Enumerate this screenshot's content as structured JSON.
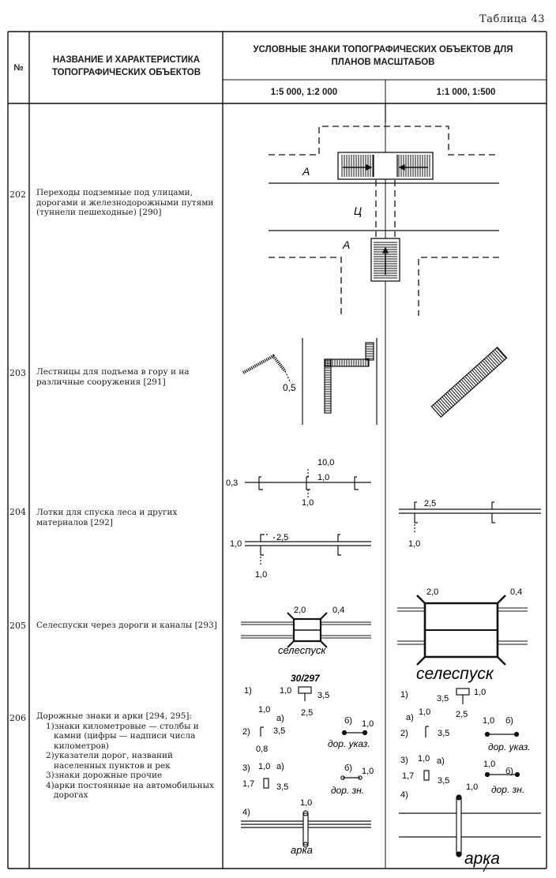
{
  "table_label": "Таблица 43",
  "header": {
    "num_col": "№",
    "name_col": "НАЗВАНИЕ И ХАРАКТЕРИСТИКА ТОПОГРАФИЧЕСКИХ ОБЪЕКТОВ",
    "symbols_col": "УСЛОВНЫЕ ЗНАКИ ТОПОГРАФИЧЕСКИХ ОБЪЕКТОВ ДЛЯ ПЛАНОВ МАСШТАБОВ",
    "scale_a": "1:5 000, 1:2 000",
    "scale_b": "1:1 000, 1:500"
  },
  "rows": [
    {
      "num": "202",
      "desc": "Переходы подземные под улицами, дорогами и железнодорожными путями (туннели пешеходные) [290]",
      "labels": {
        "a1": "А",
        "c": "Ц",
        "a2": "А"
      }
    },
    {
      "num": "203",
      "desc": "Лестницы для подъема в гору и на различные сооружения [291]",
      "labels": {
        "w": "0,5"
      }
    },
    {
      "num": "204",
      "desc": "Лотки для спуска леса и других материалов [292]",
      "labels": {
        "d1": "0,3",
        "d2": "10,0",
        "d3": "1,0",
        "d4": "1,0",
        "d5": "1,0",
        "d6": "2,5",
        "d7": "1,0",
        "d8": "2,5",
        "d9": "1,0"
      }
    },
    {
      "num": "205",
      "desc": "Селеспуски через дороги и каналы [293]",
      "labels": {
        "d1": "2,0",
        "d2": "0,4",
        "name_a": "селеспуск",
        "d3": "2,0",
        "d4": "0,4",
        "name_b": "селеспуск"
      }
    },
    {
      "num": "206",
      "desc": "Дорожные знаки и арки [294, 295]:",
      "items": [
        "1)знаки километровые — столбы и камни (цифры — надписи числа километров)",
        "2)указатели дорог, названий населенных пунктов и рек",
        "3)знаки дорожные прочие",
        "4)арки постоянные на автомобильных дорогах"
      ],
      "labels": {
        "a_1": "1)",
        "a_frac": "30/297",
        "a_10a": "1,0",
        "a_35a": "3,5",
        "a_25": "2,5",
        "a_2": "2)",
        "a_10b": "1,0",
        "a_a1": "а)",
        "a_35b": "3,5",
        "a_08": "0,8",
        "a_b1": "б)",
        "a_10c": "1,0",
        "a_dorukaz": "дор. указ.",
        "a_3": "3)",
        "a_10d": "1,0",
        "a_a2": "а)",
        "a_17": "1,7",
        "a_35c": "3,5",
        "a_b2": "б)",
        "a_10e": "1,0",
        "a_dorzn": "дор. зн.",
        "a_4": "4)",
        "a_10f": "1,0",
        "a_arka": "арка",
        "b_1": "1)",
        "b_35a": "3,5",
        "b_10a": "1,0",
        "b_25": "2,5",
        "b_a1": "а)",
        "b_10b": "1,0",
        "b_2": "2)",
        "b_35b": "3,5",
        "b_10c": "1,0",
        "b_b1": "б)",
        "b_dorukaz": "дор. указ.",
        "b_3": "3)",
        "b_10d": "1,0",
        "b_a2": "а)",
        "b_17": "1,7",
        "b_35c": "3,5",
        "b_10e": "1,0",
        "b_b2": "б)",
        "b_dorzn": "дор. зн.",
        "b_4": "4)",
        "b_10f": "1,0",
        "b_arka": "арка"
      }
    }
  ]
}
